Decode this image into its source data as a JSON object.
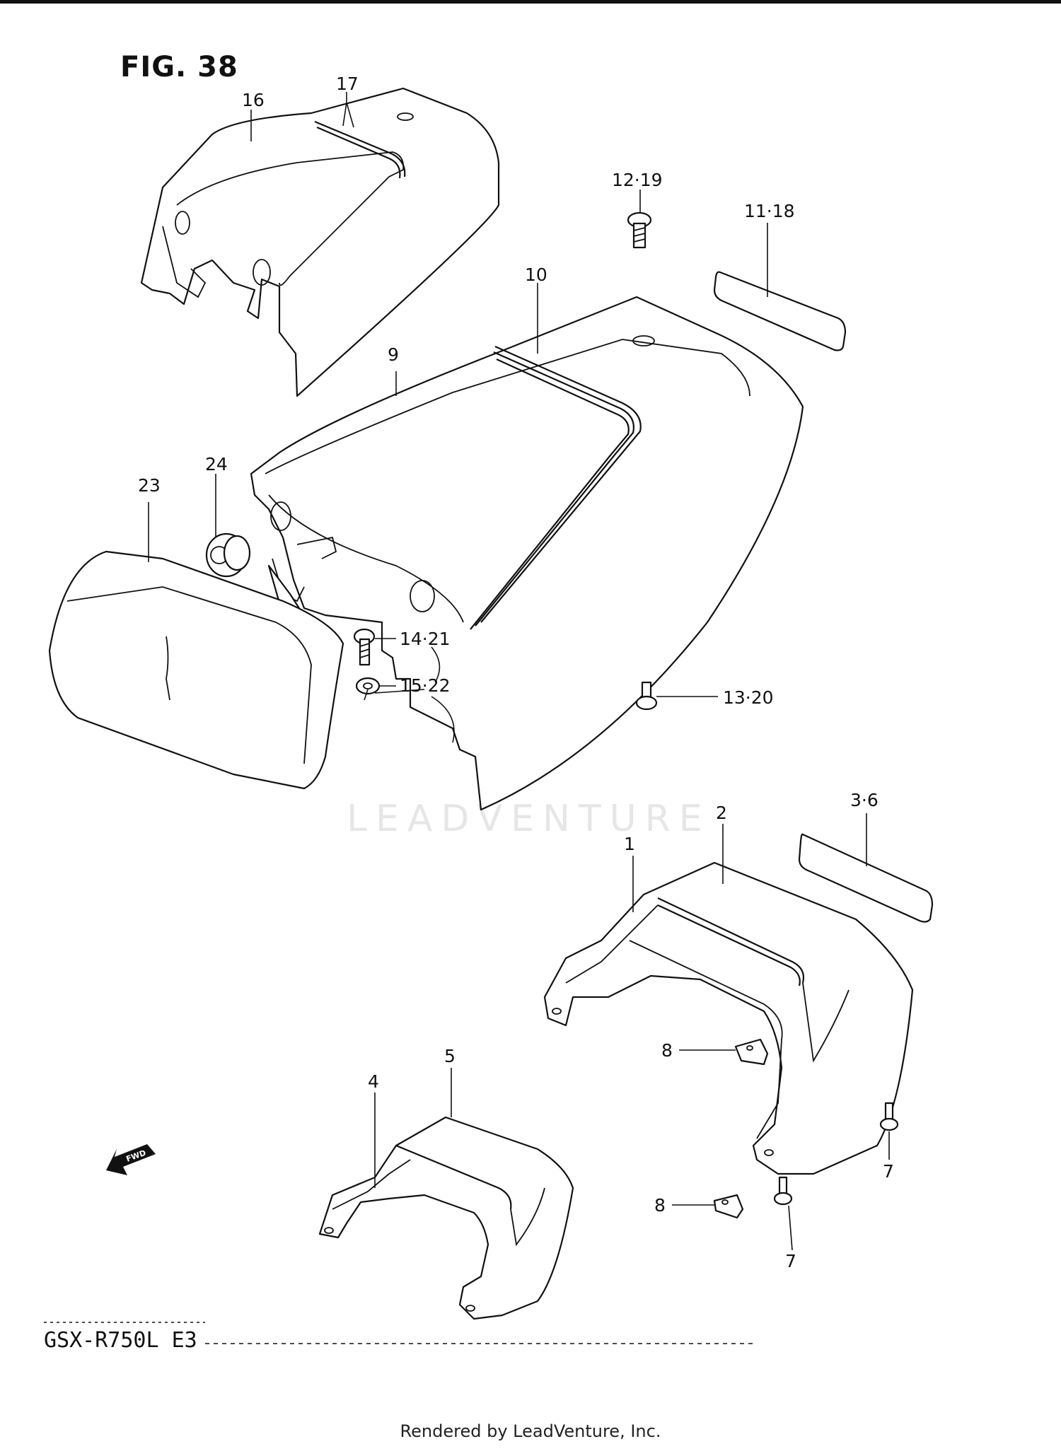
{
  "figure": {
    "title": "FIG. 38",
    "model": "GSX-R750L  E3",
    "footer": "Rendered by LeadVenture, Inc.",
    "watermark": "LEADVENTURE",
    "fwd_label": "FWD"
  },
  "callouts": {
    "c1": "1",
    "c2": "2",
    "c3_6": "3·6",
    "c4": "4",
    "c5": "5",
    "c7a": "7",
    "c7b": "7",
    "c8a": "8",
    "c8b": "8",
    "c9": "9",
    "c10": "10",
    "c11_18": "11·18",
    "c12_19": "12·19",
    "c13_20": "13·20",
    "c14_21": "14·21",
    "c15_22": "15·22",
    "c16": "16",
    "c17": "17",
    "c23": "23",
    "c24": "24"
  }
}
